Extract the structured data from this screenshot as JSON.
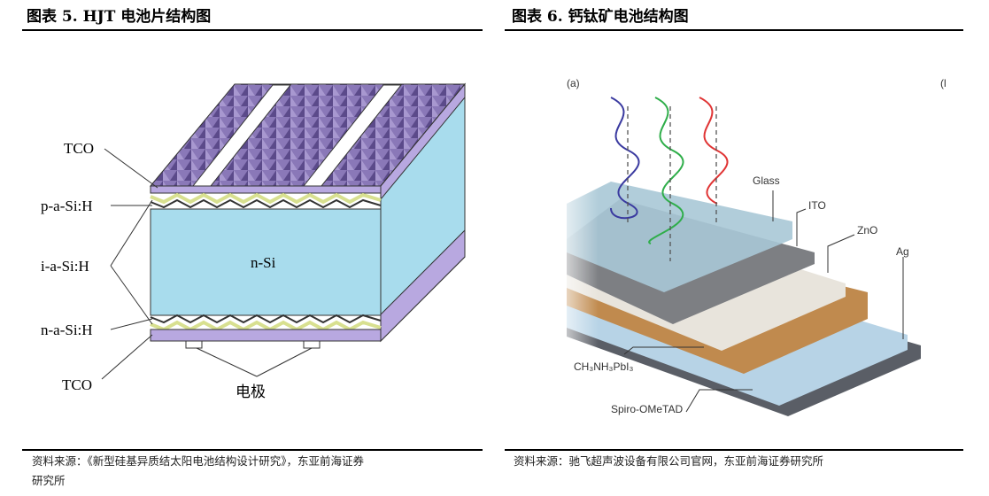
{
  "figure5": {
    "title": "图表 5.  HJT 电池片结构图",
    "labels": {
      "tco_top": "TCO",
      "p_a_si": "p-a-Si:H",
      "i_a_si": "i-a-Si:H",
      "n_a_si": "n-a-Si:H",
      "tco_bottom": "TCO",
      "n_si": "n-Si",
      "electrode": "电极"
    },
    "source_line1": "资料来源：《新型硅基异质结太阳电池结构设计研究》，东亚前海证券",
    "source_line2": "研究所"
  },
  "figure6": {
    "title": "图表 6.  钙钛矿电池结构图",
    "labels": {
      "panel": "(a)",
      "panel_b": "(l",
      "glass": "Glass",
      "ito": "ITO",
      "zno": "ZnO",
      "ag": "Ag",
      "perovskite": "CH₃NH₃PbI₃",
      "spiro": "Spiro-OMeTAD"
    },
    "source": "资料来源：驰飞超声波设备有限公司官网，东亚前海证券研究所"
  }
}
